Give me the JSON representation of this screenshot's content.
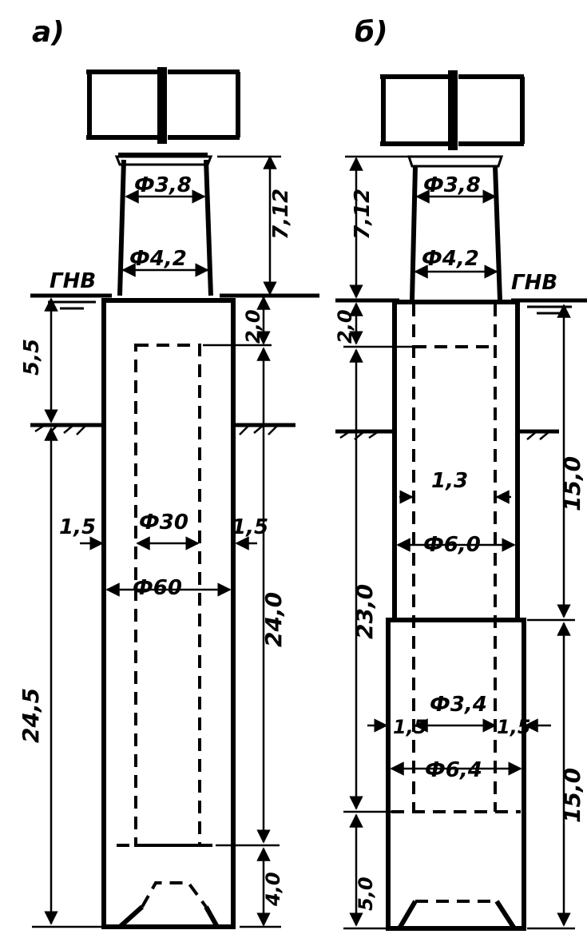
{
  "panels": {
    "a": {
      "label": "а)",
      "water_level": "ГНВ",
      "dims": {
        "d_top": "Ф3,8",
        "d_base": "Ф4,2",
        "h_top": "7,12",
        "h_water_gap": "2,0",
        "h_water_depth": "5,5",
        "wall_left": "1,5",
        "wall_right": "1,5",
        "d_inner": "Ф30",
        "d_outer": "Ф60",
        "h_inner": "24,0",
        "h_total": "24,5",
        "h_bottom": "4,0"
      }
    },
    "b": {
      "label": "б)",
      "water_level": "ГНВ",
      "dims": {
        "d_top": "Ф3,8",
        "d_base": "Ф4,2",
        "h_top": "7,12",
        "h_water_gap": "2,0",
        "wall_upper": "1,3",
        "d_upper": "Ф6,0",
        "h_upper": "15,0",
        "h_total": "23,0",
        "d_lower_inner": "Ф3,4",
        "wall_lower_left": "1,5",
        "wall_lower_right": "1,5",
        "d_lower_outer": "Ф6,4",
        "h_lower": "15,0",
        "h_bottom": "5,0"
      }
    }
  }
}
